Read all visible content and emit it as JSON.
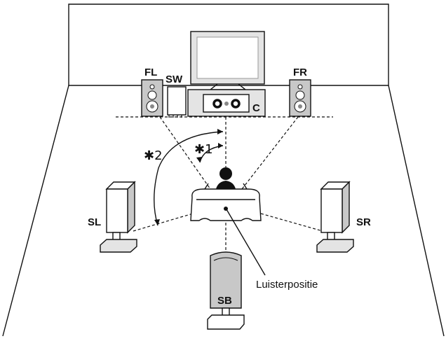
{
  "labels": {
    "front_left": "FL",
    "subwoofer": "SW",
    "front_right": "FR",
    "center": "C",
    "surround_left": "SL",
    "surround_right": "SR",
    "surround_back": "SB",
    "angle_1": "✱1",
    "angle_2": "✱2",
    "listening_position": "Luisterpositie"
  },
  "colors": {
    "outline": "#111111",
    "speaker_fill": "#c8c8c8",
    "tv_fill": "#e4e4e4"
  }
}
